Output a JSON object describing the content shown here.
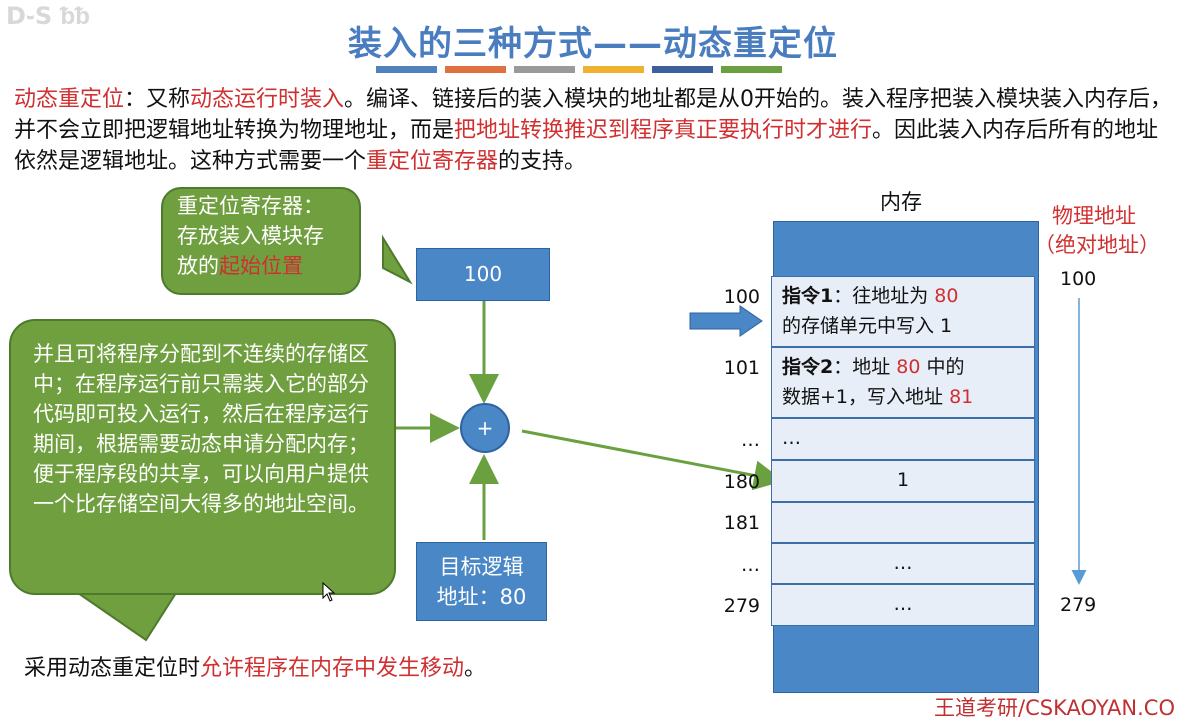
{
  "watermark": "ꓓ֊S  ᵬ꭯ᵬ",
  "title": "装入的三种方式——动态重定位",
  "title_bar_colors": [
    "#4f81bd",
    "#e07040",
    "#9a9a9a",
    "#f0b030",
    "#3d5f9e",
    "#6aa040"
  ],
  "intro": {
    "p1": "动态重定位",
    "p2": "：又称",
    "p3": "动态运行时装入",
    "p4": "。编译、链接后的装入模块的地址都是从0开始的。装入程序把装入模块装入内存后，并不会立即把逻辑地址转换为物理地址，而是",
    "p5": "把地址转换推迟到程序真正要执行时才进行",
    "p6": "。因此装入内存后所有的地址依然是逻辑地址。这种方式需要一个",
    "p7": "重定位寄存器",
    "p8": "的支持。"
  },
  "reloc_bubble": {
    "line1": "重定位寄存器：",
    "line2": "存放装入模块存",
    "line3a": "放的",
    "line3b": "起始位置"
  },
  "reloc_register": "100",
  "adder": "+",
  "target_box": {
    "line1": "目标逻辑",
    "line2": "地址：80"
  },
  "big_bubble": "并且可将程序分配到不连续的存储区中；在程序运行前只需装入它的部分代码即可投入运行，然后在程序运行期间，根据需要动态申请分配内存；便于程序段的共享，可以向用户提供一个比存储空间大得多的地址空间。",
  "footer": {
    "a": "采用动态重定位时",
    "b": "允许程序在内存中发生移动",
    "c": "。"
  },
  "memory": {
    "label": "内存",
    "phys_label_1": "物理地址",
    "phys_label_2": "（绝对地址）",
    "phys_start": "100",
    "phys_end": "279",
    "rows": [
      {
        "addr": "100",
        "parts": [
          "指令1",
          "：往地址为 ",
          "80",
          "的存储单元中写入 1"
        ]
      },
      {
        "addr": "101",
        "parts": [
          "指令2",
          "：地址 ",
          "80",
          " 中的",
          "数据+1，写入地址 ",
          "81"
        ]
      },
      {
        "addr": "…",
        "text": "…"
      },
      {
        "addr": "180",
        "text": "1"
      },
      {
        "addr": "181",
        "text": ""
      },
      {
        "addr": "…",
        "text": "…"
      },
      {
        "addr": "279",
        "text": "…"
      }
    ]
  },
  "brand": "王道考研/CSKAOYAN.CO"
}
